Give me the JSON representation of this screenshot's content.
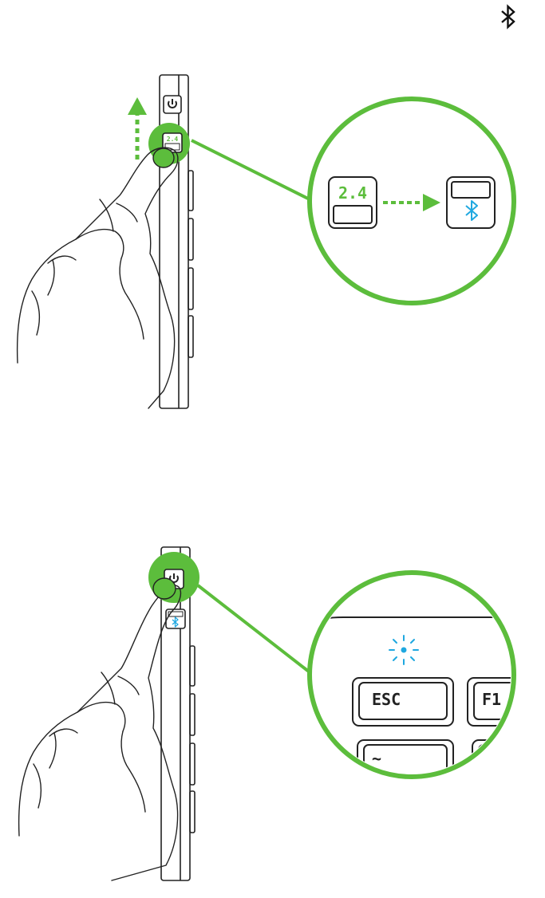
{
  "colors": {
    "accent_green": "#5cbd3c",
    "bluetooth_blue": "#1fa8e0",
    "line": "#222222",
    "background": "#ffffff"
  },
  "icons": {
    "corner": "bluetooth-icon",
    "power": "power-icon",
    "bluetooth": "bluetooth-icon",
    "blink": "blinking-led-icon",
    "arrow_up": "arrow-up-icon",
    "arrow_right": "arrow-right-icon"
  },
  "step1": {
    "switch_mode_label": "2.4",
    "switch_mode_small_label": "2.4"
  },
  "step2": {
    "esc_key_label": "ESC",
    "f1_key_label": "F1",
    "tilde_key_label": "~"
  }
}
